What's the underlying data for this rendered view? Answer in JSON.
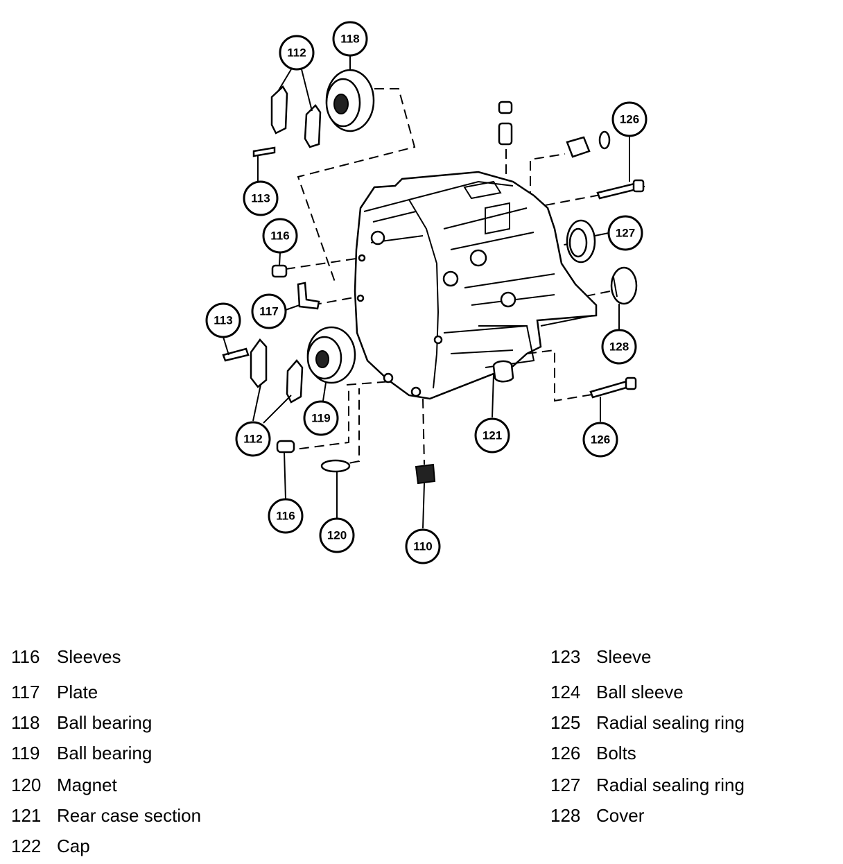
{
  "callouts": {
    "c112_top": "112",
    "c118": "118",
    "c126_top": "126",
    "c113_top": "113",
    "c116_top": "116",
    "c127": "127",
    "c117": "117",
    "c113_bottom": "113",
    "c128": "128",
    "c119": "119",
    "c112_bottom": "112",
    "c121": "121",
    "c126_bottom": "126",
    "c116_bottom": "116",
    "c120": "120",
    "c110": "110"
  },
  "legend": {
    "left": [
      {
        "num": "116",
        "label": "Sleeves"
      },
      {
        "num": "117",
        "label": "Plate"
      },
      {
        "num": "118",
        "label": "Ball bearing"
      },
      {
        "num": "119",
        "label": "Ball bearing"
      },
      {
        "num": "120",
        "label": "Magnet"
      },
      {
        "num": "121",
        "label": "Rear case section"
      },
      {
        "num": "122",
        "label": "Cap"
      }
    ],
    "right": [
      {
        "num": "123",
        "label": "Sleeve"
      },
      {
        "num": "124",
        "label": "Ball sleeve"
      },
      {
        "num": "125",
        "label": "Radial sealing ring"
      },
      {
        "num": "126",
        "label": "Bolts"
      },
      {
        "num": "127",
        "label": "Radial sealing ring"
      },
      {
        "num": "128",
        "label": "Cover"
      }
    ]
  }
}
